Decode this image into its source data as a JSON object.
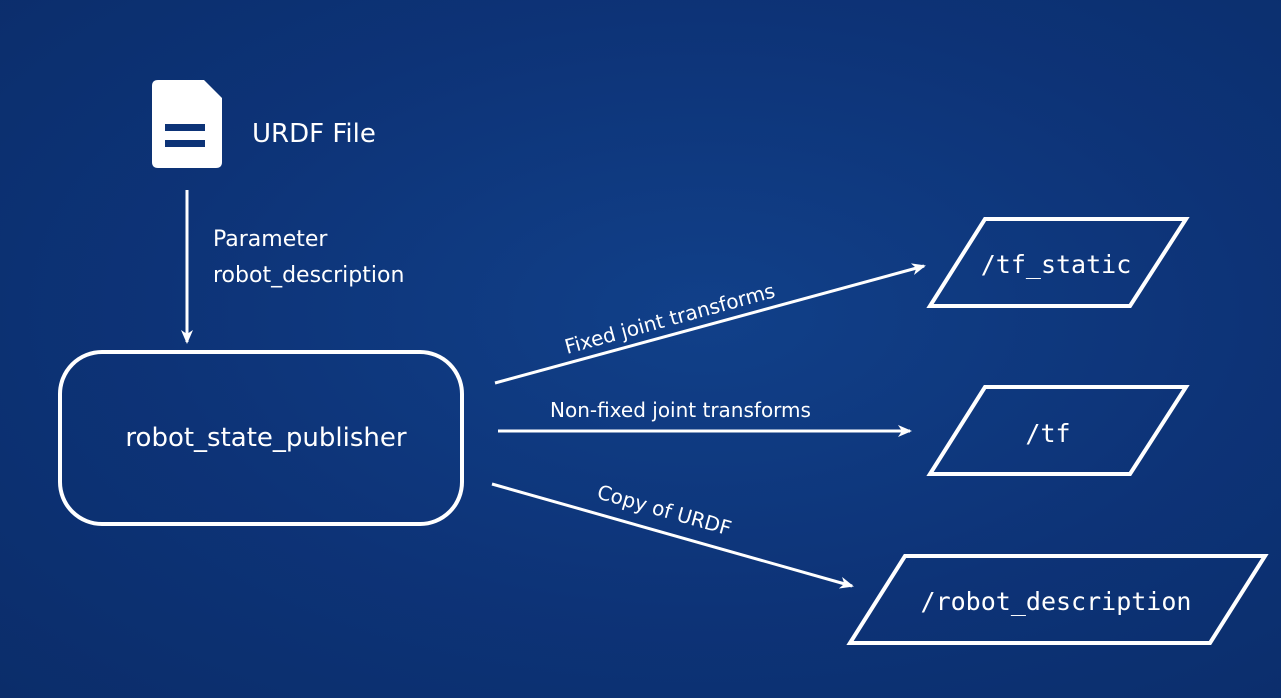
{
  "diagram": {
    "file_node": {
      "label": "URDF File",
      "icon": "document-icon"
    },
    "param_edge": {
      "line1": "Parameter",
      "line2": "robot_description"
    },
    "main_node": {
      "label": "robot_state_publisher"
    },
    "edges": [
      {
        "label": "Fixed joint transforms"
      },
      {
        "label": "Non-fixed joint transforms"
      },
      {
        "label": "Copy of URDF"
      }
    ],
    "topics": [
      {
        "label": "/tf_static"
      },
      {
        "label": "/tf"
      },
      {
        "label": "/robot_description"
      }
    ],
    "colors": {
      "background": "#0d3377",
      "foreground": "#ffffff"
    }
  }
}
